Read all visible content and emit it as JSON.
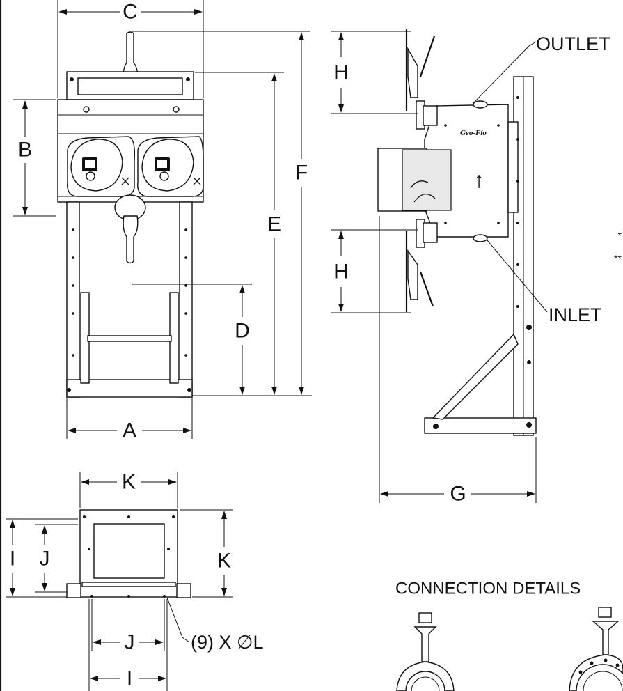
{
  "dimension_labels": {
    "a": "A",
    "b": "B",
    "c": "C",
    "d": "D",
    "e": "E",
    "f": "F",
    "g": "G",
    "h_top": "H",
    "h_bottom": "H",
    "i_side": "I",
    "i_bottom": "I",
    "j_side": "J",
    "j_bottom": "J",
    "k_top": "K",
    "k_side": "K"
  },
  "callouts": {
    "outlet": "OUTLET",
    "inlet": "INLET",
    "hole_note": "(9) X ∅L",
    "flow_arrow": "↑"
  },
  "brand_text": "Geo-Flo",
  "section_title": "CONNECTION DETAILS",
  "edge_note_marks": [
    "*",
    "**"
  ],
  "colors": {
    "line": "#111111",
    "background": "#ffffff",
    "panel_fill": "#e9e9e9"
  }
}
